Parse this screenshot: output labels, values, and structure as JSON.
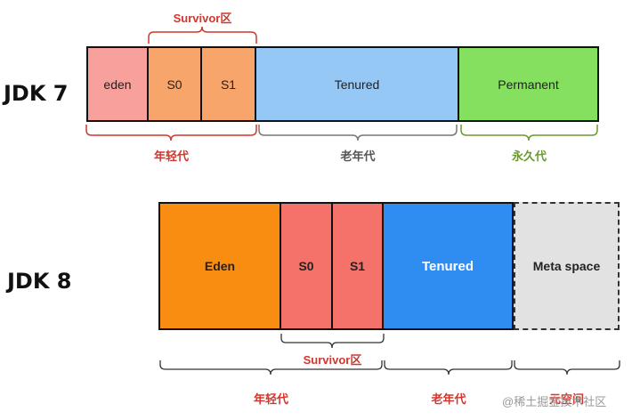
{
  "jdk7": {
    "label": "JDK 7",
    "segments": {
      "eden": "eden",
      "s0": "S0",
      "s1": "S1",
      "tenured": "Tenured",
      "permanent": "Permanent"
    },
    "captions": {
      "survivor": "Survivor区",
      "young": "年轻代",
      "old": "老年代",
      "perm": "永久代"
    }
  },
  "jdk8": {
    "label": "JDK 8",
    "segments": {
      "eden": "Eden",
      "s0": "S0",
      "s1": "S1",
      "tenured": "Tenured",
      "metaspace": "Meta space"
    },
    "captions": {
      "survivor": "Survivor区",
      "young": "年轻代",
      "old": "老年代",
      "meta": "元空间"
    }
  },
  "watermark": "@稀土掘金技术社区",
  "colors": {
    "eden7": "#f7a09c",
    "survivor7": "#f7a56a",
    "tenured7": "#96c8f5",
    "permanent7": "#86e060",
    "eden8": "#f98d12",
    "survivor8": "#f5726a",
    "tenured8": "#2f8df2",
    "metaspace8": "#e2e2e2",
    "red_caption": "#d0372e",
    "gray_caption": "#555555",
    "green_caption": "#6a9a2a"
  }
}
